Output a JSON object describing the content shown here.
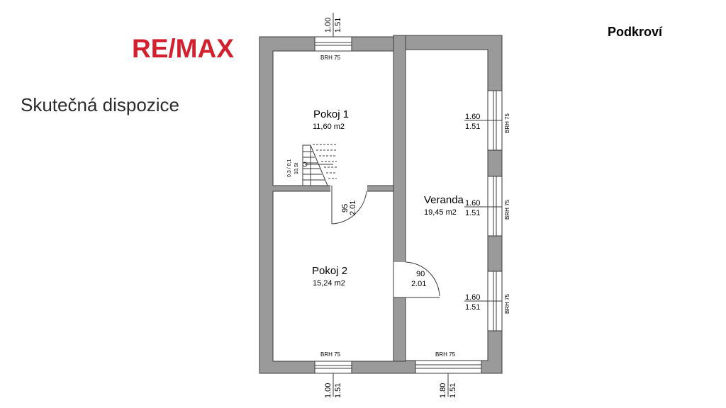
{
  "brand": {
    "logo_text": "RE/MAX",
    "color": "#d3202e"
  },
  "header": {
    "subtitle": "Skutečná dispozice",
    "floor_title": "Podkroví"
  },
  "rooms": [
    {
      "name": "Pokoj 1",
      "area": "11,60 m2"
    },
    {
      "name": "Pokoj 2",
      "area": "15,24 m2"
    },
    {
      "name": "Veranda",
      "area": "19,45 m2"
    }
  ],
  "windows": {
    "top": {
      "w": "1.00",
      "h": "1.51",
      "brh": "BRH 75"
    },
    "bottom_left": {
      "w": "1.00",
      "h": "1.51",
      "brh": "BRH 75"
    },
    "bottom_right": {
      "w": "1.80",
      "h": "1.51",
      "brh": "BRH 75"
    },
    "right_1": {
      "w": "1.60",
      "h": "1.51",
      "brh": "BRH 75"
    },
    "right_2": {
      "w": "1.60",
      "h": "1.51",
      "brh": "BRH 75"
    },
    "right_3": {
      "w": "1.60",
      "h": "1.51",
      "brh": "BRH 75"
    }
  },
  "doors": {
    "door_1": {
      "w": "95",
      "h": "2.01"
    },
    "door_2": {
      "w": "90",
      "h": "2.01"
    }
  },
  "stairs": {
    "label_1": "0,3 / 0,1",
    "label_2": "10,St"
  },
  "colors": {
    "wall": "#9a9a9a",
    "outline": "#3a3a3a"
  }
}
